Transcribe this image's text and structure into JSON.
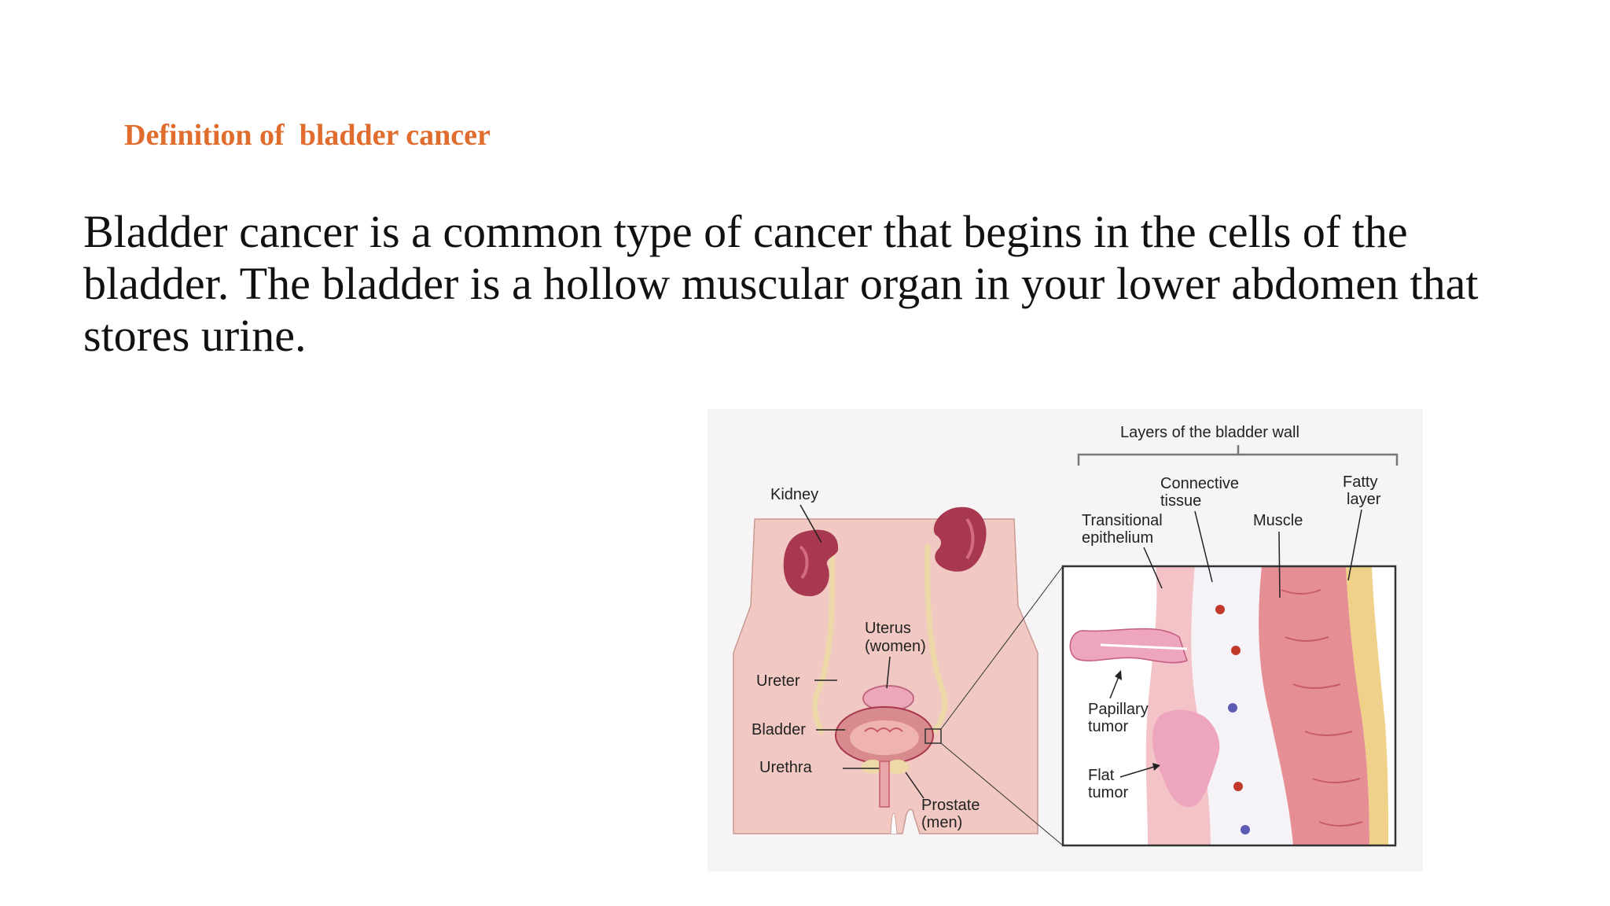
{
  "slide": {
    "heading": "Definition of  bladder cancer",
    "body": "Bladder cancer is a common type of cancer that begins in the cells of the bladder. The bladder is a hollow muscular organ in your lower abdomen that stores urine."
  },
  "illustration": {
    "title": "Layers of the bladder wall",
    "anatomy_labels": {
      "kidney": "Kidney",
      "uterus_1": "Uterus",
      "uterus_2": "(women)",
      "ureter": "Ureter",
      "bladder": "Bladder",
      "urethra": "Urethra",
      "prostate_1": "Prostate",
      "prostate_2": "(men)"
    },
    "layer_labels": {
      "connective_1": "Connective",
      "connective_2": "tissue",
      "fatty_1": "Fatty",
      "fatty_2": "layer",
      "transitional_1": "Transitional",
      "transitional_2": "epithelium",
      "muscle": "Muscle"
    },
    "tumor_labels": {
      "papillary_1": "Papillary",
      "papillary_2": "tumor",
      "flat_1": "Flat",
      "flat_2": "tumor"
    }
  },
  "colors": {
    "heading": "#e06c2e",
    "body_text": "#111111",
    "body_skin": "#f1c9c2",
    "kidney": "#a8384f",
    "muscle": "#e58f95",
    "fatty": "#f0d189"
  }
}
